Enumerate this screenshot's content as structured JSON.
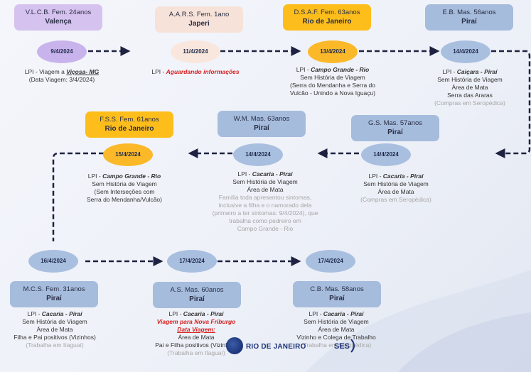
{
  "colors": {
    "purple": "#c9b3ec",
    "peach": "#f9e7dd",
    "yellow": "#fbb929",
    "blue": "#a9bfe0",
    "red_text": "#d61f1f",
    "line": "#1e2240"
  },
  "cases": [
    {
      "id": "vlcb",
      "title": "V.L.C.B. Fem. 24anos",
      "city": "Valença",
      "date": "9/4/2024",
      "lines": [
        {
          "text": "LPI - Viagem a ",
          "em": "Viçosa- MG"
        },
        {
          "text": "(Data Viagem: 3/4/2024)"
        }
      ]
    },
    {
      "id": "aars",
      "title": "A.A.R.S. Fem. 1ano",
      "city": "Japeri",
      "date": "11/4/2024",
      "lines": [
        {
          "text": "LPI - ",
          "red": "Aguardando informações"
        }
      ]
    },
    {
      "id": "dsaf",
      "title": "D.S.A.F. Fem. 63anos",
      "city": "Rio de Janeiro",
      "date": "13/4/2024",
      "lines": [
        {
          "text": "LPI - ",
          "em": "Campo Grande - Rio"
        },
        {
          "text": "Sem História de Viagem"
        },
        {
          "text": "(Serra do Mendanha e Serra do"
        },
        {
          "text": "Vulcão - Unindo a Nova Iguaçu)"
        }
      ]
    },
    {
      "id": "eb",
      "title": "E.B. Mas. 56anos",
      "city": "Piraí",
      "date": "14/4/2024",
      "lines": [
        {
          "text": "LPI - ",
          "em": "Caiçara - Piraí"
        },
        {
          "text": "Sem História de Viagem"
        },
        {
          "text": "Área de Mata"
        },
        {
          "text": "Serra das Araras"
        },
        {
          "gray": "(Compras em Seropédica)"
        }
      ]
    },
    {
      "id": "gs",
      "title": "G.S. Mas. 57anos",
      "city": "Piraí",
      "date": "14/4/2024",
      "lines": [
        {
          "text": "LPI - ",
          "em": "Cacaria - Piraí"
        },
        {
          "text": "Sem História de Viagem"
        },
        {
          "text": "Área de Mata"
        },
        {
          "gray": "(Compras em Seropédica)"
        }
      ]
    },
    {
      "id": "wm",
      "title": "W.M. Mas. 63anos",
      "city": "Piraí",
      "date": "14/4/2024",
      "lines": [
        {
          "text": "LPI - ",
          "em": "Cacaria - Piraí"
        },
        {
          "text": "Sem História de Viagem"
        },
        {
          "text": "Área de Mata"
        },
        {
          "gray": "Família toda apresentou sintomas,"
        },
        {
          "gray": "inclusive a filha e o namorado dela"
        },
        {
          "gray": "(primeiro a ter sintomas: 9/4/2024), que"
        },
        {
          "gray": "trabalha como pedreiro em"
        },
        {
          "gray": "Campo Grande - Rio"
        }
      ]
    },
    {
      "id": "fss",
      "title": "F.S.S. Fem. 61anos",
      "city": "Rio de Janeiro",
      "date": "15/4/2024",
      "lines": [
        {
          "text": "LPI - ",
          "em": "Campo Grande - Rio"
        },
        {
          "text": "Sem História de Viagem"
        },
        {
          "text": "(Sem Interseções com"
        },
        {
          "text": "Serra do Mendanha/Vulcão)"
        }
      ]
    },
    {
      "id": "mcs",
      "title": "M.C.S. Fem. 31anos",
      "city": "Piraí",
      "date": "16/4/2024",
      "lines": [
        {
          "text": "LPI - ",
          "em": "Cacaria - Piraí"
        },
        {
          "text": "Sem História de Viagem"
        },
        {
          "text": "Área de Mata"
        },
        {
          "text": "Filha e Pai positivos (Vizinhos)"
        },
        {
          "gray": "(Trabalha em Itaguaí)"
        }
      ]
    },
    {
      "id": "as",
      "title": "A.S. Mas. 60anos",
      "city": "Piraí",
      "date": "17/4/2024",
      "lines": [
        {
          "text": "LPI - ",
          "em": "Cacaria - Piraí"
        },
        {
          "red": "Viagem para Nova Friburgo"
        },
        {
          "red": "Data Viagem:"
        },
        {
          "text": "Área de Mata"
        },
        {
          "text": "Pai e Filha positivos (Vizinhos)"
        },
        {
          "gray": "(Trabalha em Itaguaí)"
        }
      ]
    },
    {
      "id": "cb",
      "title": "C.B. Mas. 58anos",
      "city": "Piraí",
      "date": "17/4/2024",
      "lines": [
        {
          "text": "LPI - ",
          "em": "Cacaria - Piraí"
        },
        {
          "text": "Sem História de Viagem"
        },
        {
          "text": "Área de Mata"
        },
        {
          "text": "Vizinho e Colega de Trabalho"
        },
        {
          "gray": "(Trabalha em Seropédica)"
        }
      ]
    }
  ],
  "logo": {
    "brand": "RIO DE JANEIRO",
    "org": "SES"
  }
}
